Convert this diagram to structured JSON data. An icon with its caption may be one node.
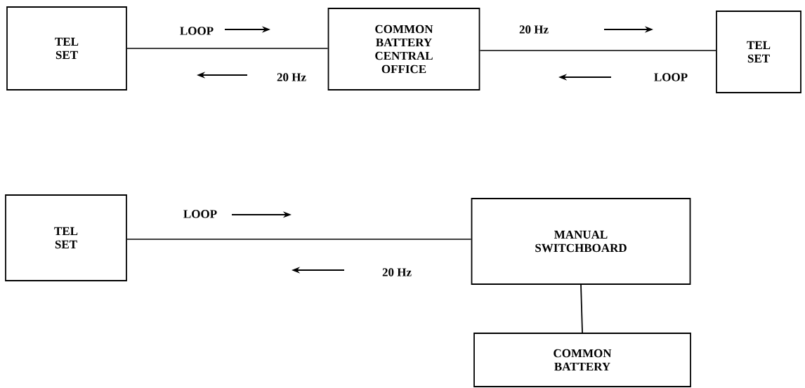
{
  "diagram": {
    "nodes": [
      {
        "text": [
          "TEL SET"
        ]
      },
      {
        "text": [
          "COMMON BATTERY CENTRAL OFFICE"
        ]
      },
      {
        "text": [
          "TEL SET"
        ]
      },
      {
        "text": [
          "TEL SET"
        ]
      },
      {
        "text": [
          "MANUAL SWITCHBOARD"
        ]
      },
      {
        "text": [
          "COMMON BATTERY"
        ]
      }
    ],
    "edges": [
      {
        "from": 0,
        "to": 1,
        "arrow": "none"
      },
      {
        "from": 1,
        "to": 2,
        "arrow": "none"
      },
      {
        "from": 3,
        "to": 4,
        "arrow": "none"
      },
      {
        "from": 4,
        "to": 5,
        "arrow": "none"
      }
    ],
    "labels": [
      "LOOP",
      "20 Hz",
      "20 Hz",
      "LOOP",
      "LOOP",
      "20 Hz"
    ]
  }
}
